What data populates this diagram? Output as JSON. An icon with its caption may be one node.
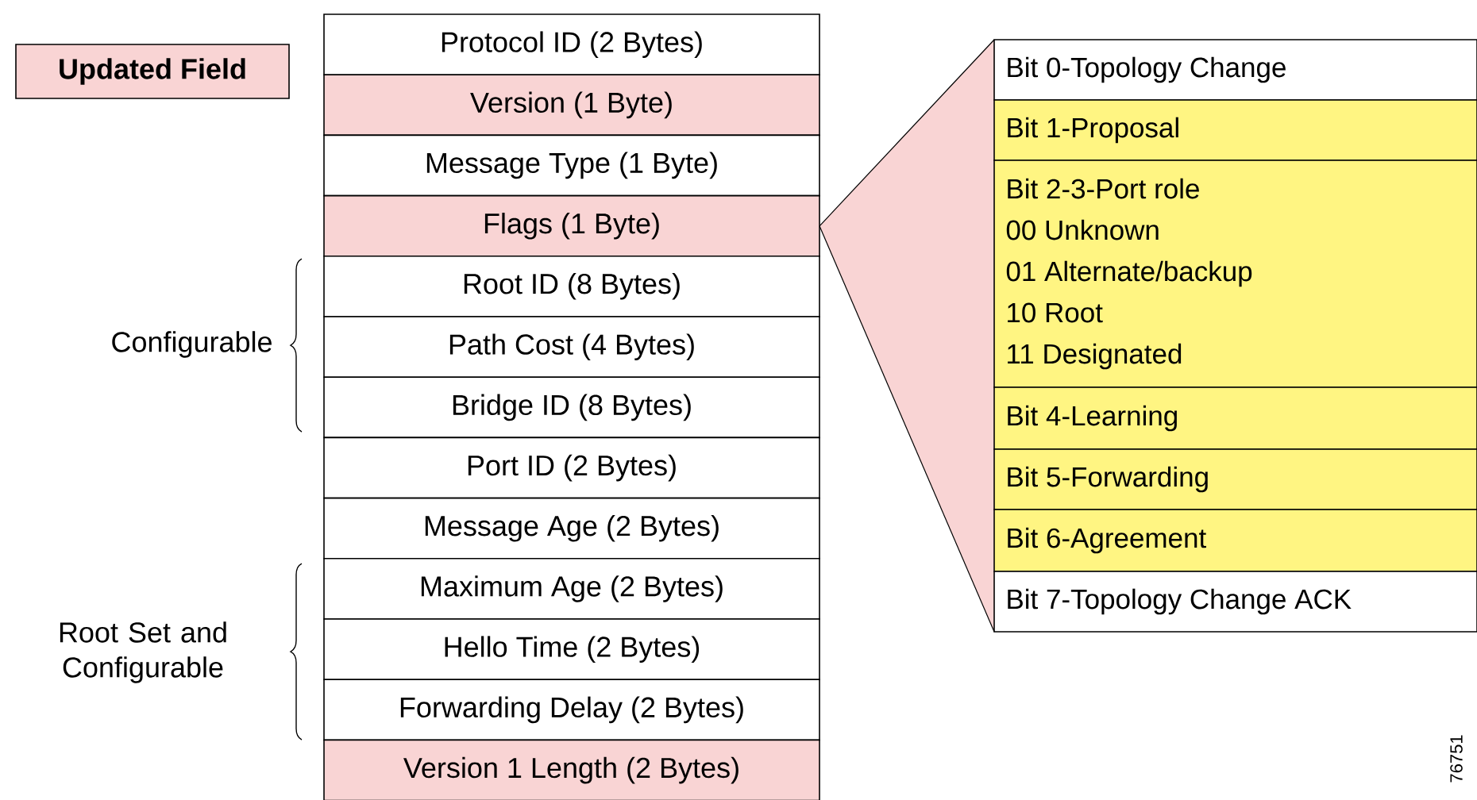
{
  "diagram": {
    "nodes": [
      {
        "text": [
          "Protocol ID (2 Bytes)"
        ]
      },
      {
        "text": [
          "Version (1 Byte)"
        ]
      },
      {
        "text": [
          "Message Type (1 Byte)"
        ]
      },
      {
        "text": [
          "Flags (1 Byte)"
        ]
      },
      {
        "text": [
          "Root ID (8 Bytes)"
        ]
      },
      {
        "text": [
          "Path Cost (4 Bytes)"
        ]
      },
      {
        "text": [
          "Bridge ID (8 Bytes)"
        ]
      },
      {
        "text": [
          "Port ID (2 Bytes)"
        ]
      },
      {
        "text": [
          "Message Age (2 Bytes)"
        ]
      },
      {
        "text": [
          "Maximum Age (2 Bytes)"
        ]
      },
      {
        "text": [
          "Hello Time (2 Bytes)"
        ]
      },
      {
        "text": [
          "Forwarding Delay (2 Bytes)"
        ]
      },
      {
        "text": [
          "Version 1 Length (2 Bytes)"
        ]
      },
      {
        "text": [
          "Bit 0-Topology Change"
        ]
      },
      {
        "text": [
          "Bit 1-Proposal"
        ]
      },
      {
        "text": [
          "Bit 2-3-Port role",
          "00 Unknown",
          "01 Alternate/backup",
          "10 Root",
          "11 Designated"
        ]
      },
      {
        "text": [
          "Bit 4-Learning"
        ]
      },
      {
        "text": [
          "Bit 5-Forwarding"
        ]
      },
      {
        "text": [
          "Bit 6-Agreement"
        ]
      },
      {
        "text": [
          "Bit 7-Topology Change ACK"
        ]
      }
    ],
    "labels": [
      "Configurable",
      "Root Set and Configurable",
      "76751"
    ],
    "legend": [
      {
        "text": "Updated Field",
        "color": "#f9d4d4"
      }
    ]
  }
}
